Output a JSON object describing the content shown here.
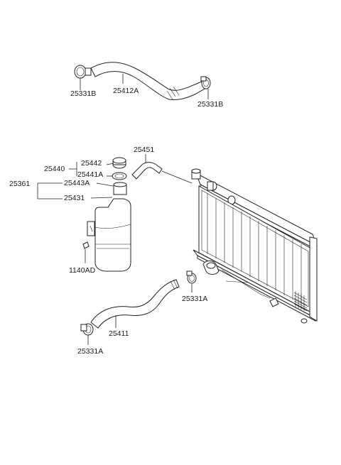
{
  "labels": {
    "clamp_top_left": "25331B",
    "upper_hose": "25412A",
    "clamp_top_right": "25331B",
    "hose_small": "25451",
    "cap": "25442",
    "gasket": "25441A",
    "assembly_cap": "25440",
    "reservoir_group": "25361",
    "filler_neck": "25443A",
    "reservoir": "25431",
    "bolt": "1140AD",
    "clamp_mid": "25331A",
    "lower_hose": "25411",
    "clamp_bottom": "25331A"
  }
}
